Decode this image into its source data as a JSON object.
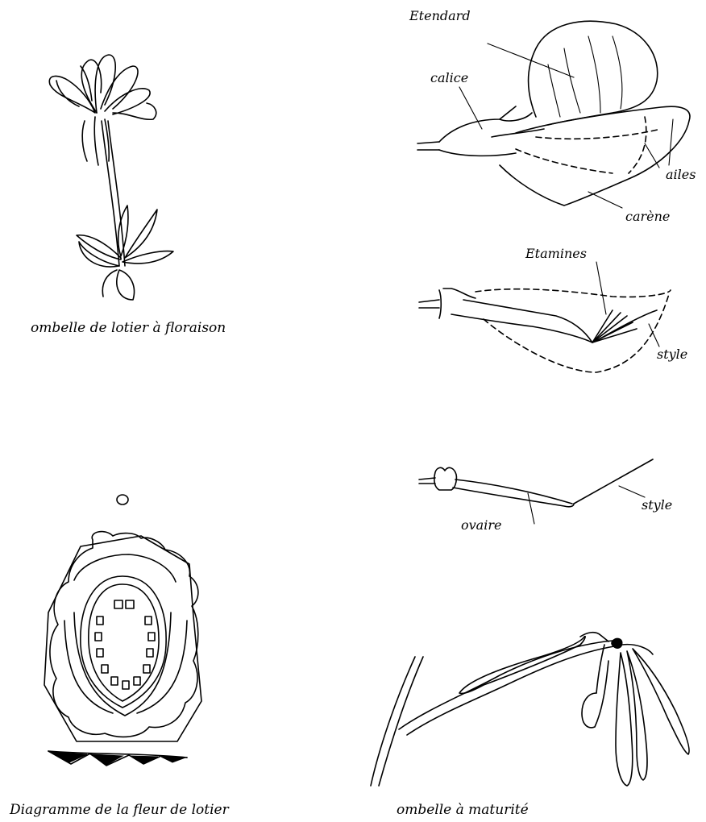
{
  "captions": {
    "flowering": "ombelle de lotier à floraison",
    "diagram": "Diagramme de la fleur de lotier",
    "mature": "ombelle à maturité"
  },
  "labels": {
    "etendard": "Etendard",
    "calice": "calice",
    "ailes": "ailes",
    "carene": "carène",
    "etamines": "Etamines",
    "style_1": "style",
    "ovaire": "ovaire",
    "style_2": "style"
  }
}
